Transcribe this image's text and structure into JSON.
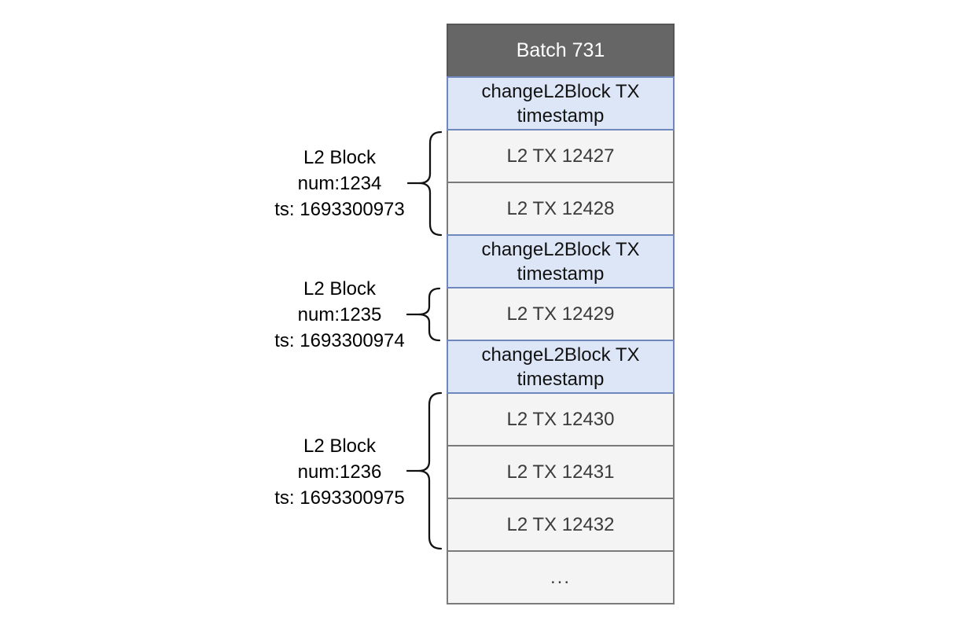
{
  "batch": {
    "title": "Batch 731"
  },
  "rows": [
    {
      "kind": "header",
      "label": "Batch 731"
    },
    {
      "kind": "change",
      "line1": "changeL2Block TX",
      "line2": "timestamp"
    },
    {
      "kind": "tx",
      "label": "L2 TX 12427"
    },
    {
      "kind": "tx",
      "label": "L2 TX 12428"
    },
    {
      "kind": "change",
      "line1": "changeL2Block TX",
      "line2": "timestamp"
    },
    {
      "kind": "tx",
      "label": "L2 TX 12429"
    },
    {
      "kind": "change",
      "line1": "changeL2Block TX",
      "line2": "timestamp"
    },
    {
      "kind": "tx",
      "label": "L2 TX 12430"
    },
    {
      "kind": "tx",
      "label": "L2 TX 12431"
    },
    {
      "kind": "tx",
      "label": "L2 TX 12432"
    },
    {
      "kind": "ellipsis",
      "label": "..."
    }
  ],
  "block_labels": [
    {
      "lines": [
        "L2 Block",
        "num:1234",
        "ts: 1693300973"
      ]
    },
    {
      "lines": [
        "L2 Block",
        "num:1235",
        "ts: 1693300974"
      ]
    },
    {
      "lines": [
        "L2 Block",
        "num:1236",
        "ts: 1693300975"
      ]
    }
  ],
  "colors": {
    "header_bg": "#666666",
    "header_text": "#ffffff",
    "change_row_bg": "#dde6f7",
    "change_row_border": "#6e87bd",
    "tx_row_bg": "#f4f4f4",
    "tx_row_border": "#7a7a7a",
    "tx_text": "#3b3b3b",
    "label_text": "#000000",
    "brace_stroke": "#111111"
  }
}
